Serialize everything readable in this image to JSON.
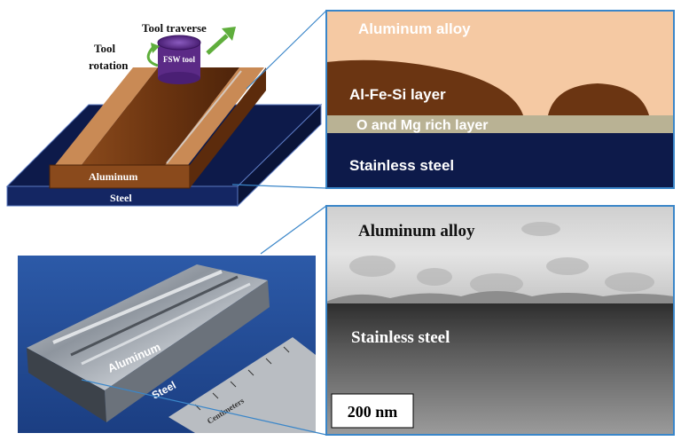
{
  "schematic": {
    "tool_traverse": "Tool traverse",
    "tool_rotation_line1": "Tool",
    "tool_rotation_line2": "rotation",
    "fsw_tool": "FSW tool",
    "aluminum": "Aluminum",
    "steel": "Steel"
  },
  "layers_diagram": {
    "aluminum_alloy": "Aluminum alloy",
    "al_fe_si": "Al-Fe-Si layer",
    "o_mg_rich": "O and Mg rich layer",
    "stainless_steel": "Stainless steel"
  },
  "photo": {
    "aluminum": "Aluminum",
    "steel": "Steel",
    "ruler_text": "Centimeters"
  },
  "micrograph": {
    "aluminum_alloy": "Aluminum alloy",
    "stainless_steel": "Stainless steel",
    "scale_bar": "200 nm"
  },
  "colors": {
    "steel_navy": "#0d1a4a",
    "aluminum_brown": "#6b3410",
    "aluminum_light": "#c98a55",
    "alloy_peach": "#f5c9a3",
    "al_fe_si_brown": "#6b3512",
    "o_mg_gray": "#b9b294",
    "connector_blue": "#3a86c9",
    "arrow_green": "#5fae3c",
    "tool_purple": "#5b2a86"
  }
}
